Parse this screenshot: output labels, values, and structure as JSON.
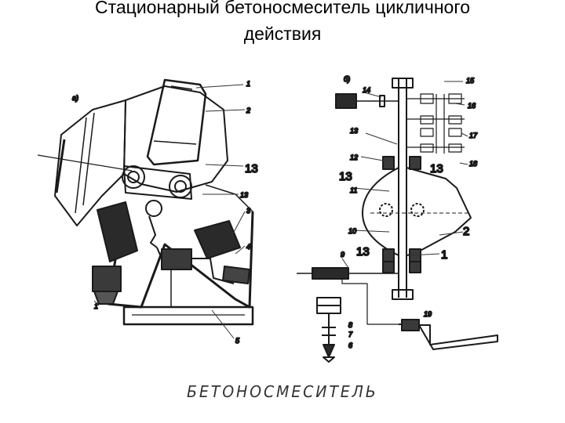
{
  "title": {
    "line1": "Стационарный бетоносмеситель цикличного",
    "line2": "действия"
  },
  "panel_labels": {
    "left": "а)",
    "right": "б)"
  },
  "left_labels": [
    "1",
    "2",
    "13",
    "13",
    "3",
    "4",
    "5",
    "1"
  ],
  "right_labels": [
    "14",
    "15",
    "16",
    "13",
    "17",
    "12",
    "18",
    "13",
    "13",
    "11",
    "10",
    "13",
    "2",
    "1",
    "9",
    "8",
    "7",
    "6",
    "19"
  ],
  "caption": "БЕТОНОСМЕСИТЕЛЬ"
}
